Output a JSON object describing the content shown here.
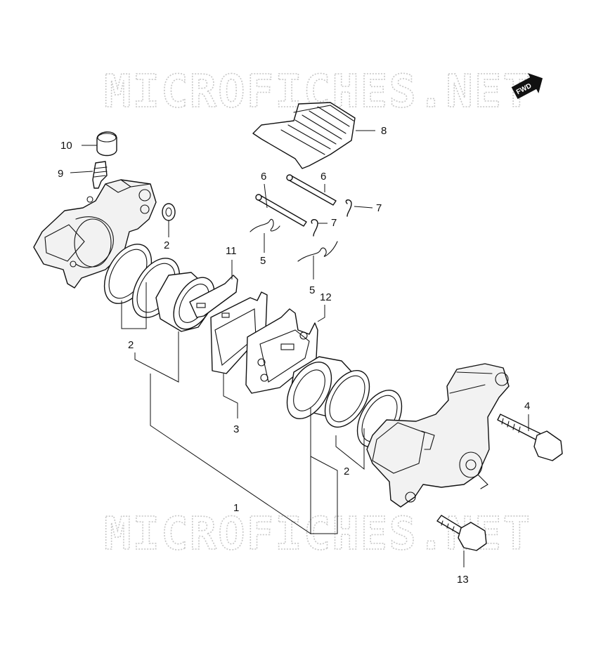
{
  "watermark": "MICROFICHES.NET",
  "direction_indicator": "FWD",
  "callouts": {
    "p1": "1",
    "p2a": "2",
    "p2b": "2",
    "p2c": "2",
    "p3": "3",
    "p4": "4",
    "p5a": "5",
    "p5b": "5",
    "p6a": "6",
    "p6b": "6",
    "p7a": "7",
    "p7b": "7",
    "p8": "8",
    "p9": "9",
    "p10": "10",
    "p11": "11",
    "p12": "12",
    "p13": "13"
  },
  "colors": {
    "line": "#111111",
    "watermark": "#c8c8c8",
    "background": "#ffffff"
  }
}
